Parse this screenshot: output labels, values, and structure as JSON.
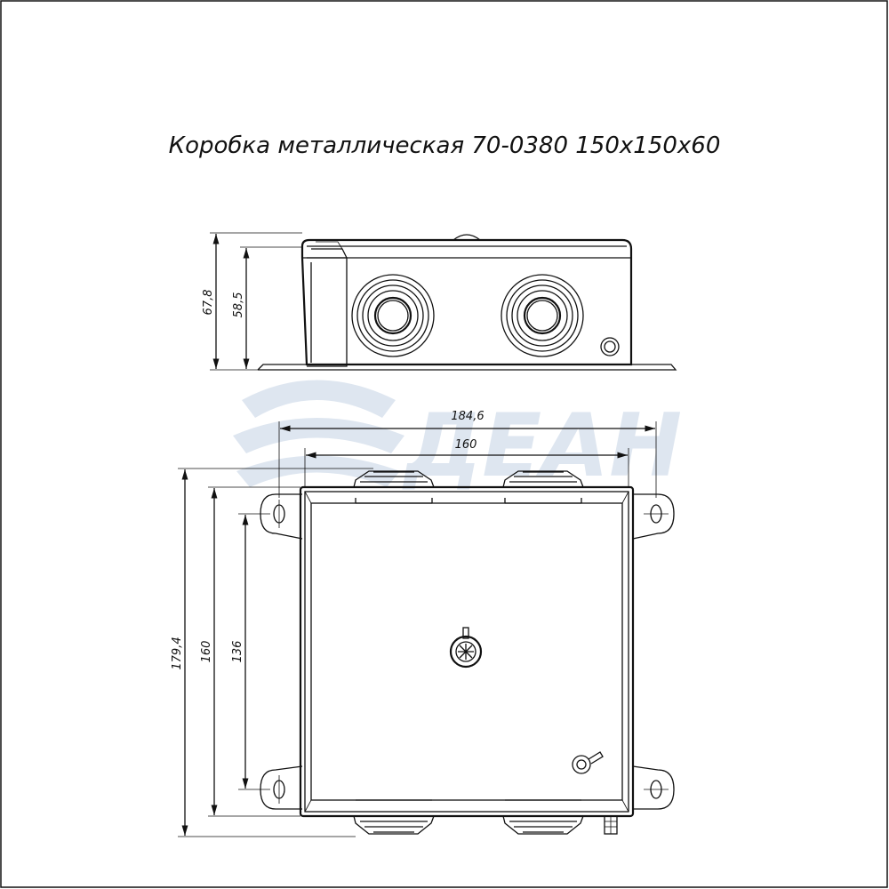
{
  "drawing": {
    "title": "Коробка металлическая 70-0380 150x150x60",
    "watermark": "ДЕАН"
  },
  "side_view": {
    "height_total": "67,8",
    "height_body": "58,5"
  },
  "top_view": {
    "width_total": "184,6",
    "width_body": "160",
    "height_total": "179,4",
    "height_body": "160",
    "mount_spacing": "136"
  }
}
